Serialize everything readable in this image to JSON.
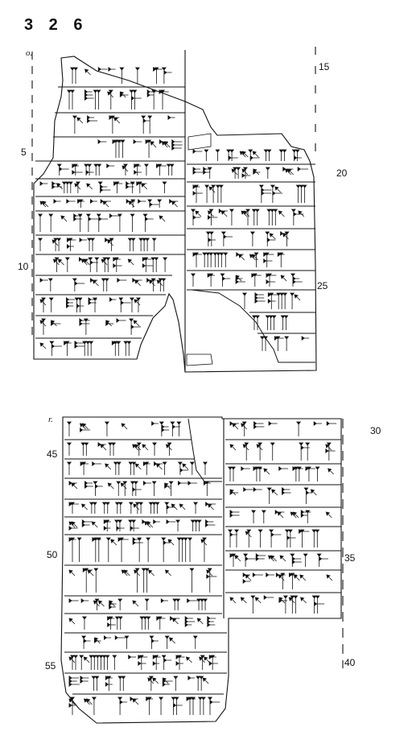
{
  "plate": {
    "number": "3 2 6"
  },
  "obverse": {
    "side_label": "o.",
    "line_numbers": [
      "5",
      "10",
      "15",
      "20",
      "25"
    ]
  },
  "reverse": {
    "side_label": "r.",
    "line_numbers": [
      "30",
      "35",
      "40",
      "45",
      "50",
      "55"
    ]
  }
}
